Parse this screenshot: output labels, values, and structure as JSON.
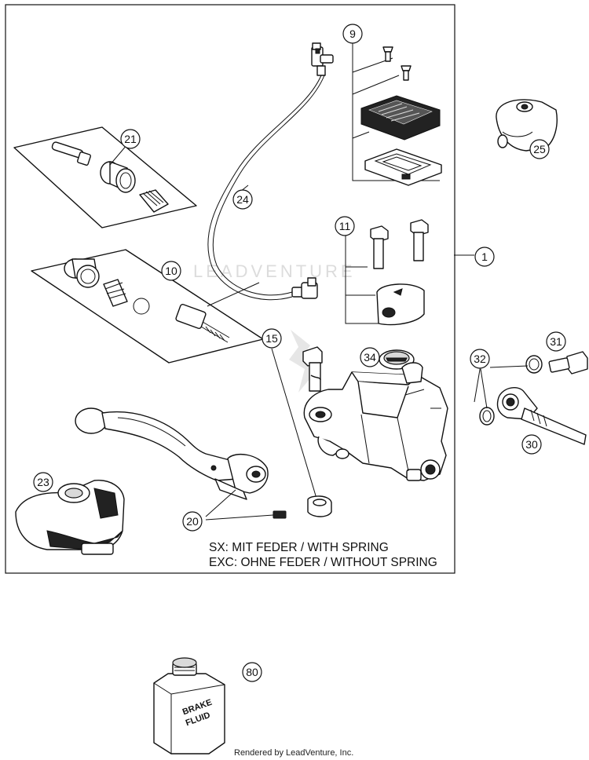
{
  "callouts": {
    "c1": "1",
    "c9": "9",
    "c10": "10",
    "c11": "11",
    "c15": "15",
    "c20": "20",
    "c21": "21",
    "c23": "23",
    "c24": "24",
    "c25": "25",
    "c30": "30",
    "c31": "31",
    "c32": "32",
    "c34": "34",
    "c80": "80"
  },
  "notes": {
    "line1": "SX: MIT FEDER / WITH SPRING",
    "line2": "EXC: OHNE FEDER / WITHOUT SPRING"
  },
  "bottle_label": {
    "line1": "BRAKE",
    "line2": "FLUID"
  },
  "watermark": "LEADVENTURE",
  "footer": "Rendered by LeadVenture, Inc."
}
